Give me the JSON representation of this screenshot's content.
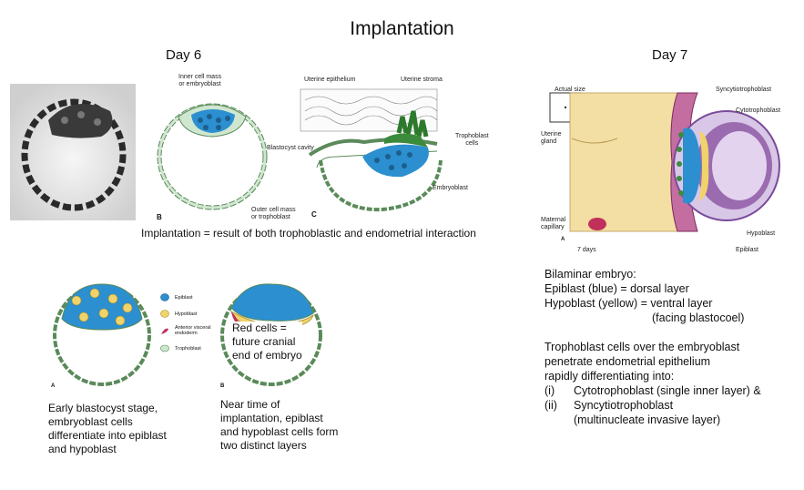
{
  "title": "Implantation",
  "day6_label": "Day 6",
  "day7_label": "Day 7",
  "day6_diagram": {
    "label_inner_cell_mass": "Inner cell mass\nor embryoblast",
    "label_blastocyst_cavity": "Blastocyst cavity",
    "label_outer_cell_mass": "Outer cell mass\nor trophoblast",
    "label_uterine_epithelium": "Uterine epithelium",
    "label_uterine_stroma": "Uterine stroma",
    "label_trophoblast_cells": "Trophoblast\ncells",
    "label_embryoblast": "Embryoblast",
    "fig_b": "B",
    "fig_c": "C",
    "caption": "Implantation = result of both trophoblastic and endometrial interaction"
  },
  "day7_diagram": {
    "label_actual_size": "Actual size",
    "label_uterine_gland": "Uterine\ngland",
    "label_maternal_capillary": "Maternal\ncapillary",
    "label_syncytiotrophoblast": "Syncytiotrophoblast",
    "label_cytotrophoblast": "Cytotrophoblast",
    "label_hypoblast": "Hypoblast",
    "label_epiblast": "Epiblast",
    "fig_a": "A",
    "label_7days": "7 days"
  },
  "legend": {
    "epiblast": "Epiblast",
    "hypoblast": "Hypoblast",
    "ave": "Anterior visceral\nendoderm",
    "trophoblast": "Trophoblast"
  },
  "bottom_left": {
    "fig_a": "A",
    "fig_b": "B",
    "red_cells_note": "Red cells =\nfuture cranial\nend of embryo",
    "caption_a": "Early blastocyst stage,\nembryoblast cells\ndifferentiate into epiblast\nand hypoblast",
    "caption_b": "Near time of\nimplantation, epiblast\nand hypoblast cells form\ntwo distinct layers"
  },
  "right_text": {
    "bilaminar_title": "Bilaminar embryo:",
    "epiblast_line": "Epiblast (blue) = dorsal layer",
    "hypoblast_line": "Hypoblast (yellow) = ventral layer",
    "hypoblast_line2": "(facing blastocoel)",
    "tropho_1": "Trophoblast cells over the embryoblast",
    "tropho_2": "penetrate endometrial epithelium",
    "tropho_3": "rapidly differentiating into:",
    "item1_num": "(i)",
    "item1_text": "Cytotrophoblast (single inner layer) &",
    "item2_num": "(ii)",
    "item2_text": "Syncytiotrophoblast",
    "item2_text2": "(multinucleate invasive layer)"
  },
  "colors": {
    "epiblast": "#2b8fd0",
    "hypoblast": "#f0d36a",
    "trophoblast": "#cfe6cf",
    "ave": "#c0305a",
    "endometrium": "#f3dfa3",
    "syncytio": "#c46da0",
    "cavity_purple": "#9b6bb0"
  }
}
